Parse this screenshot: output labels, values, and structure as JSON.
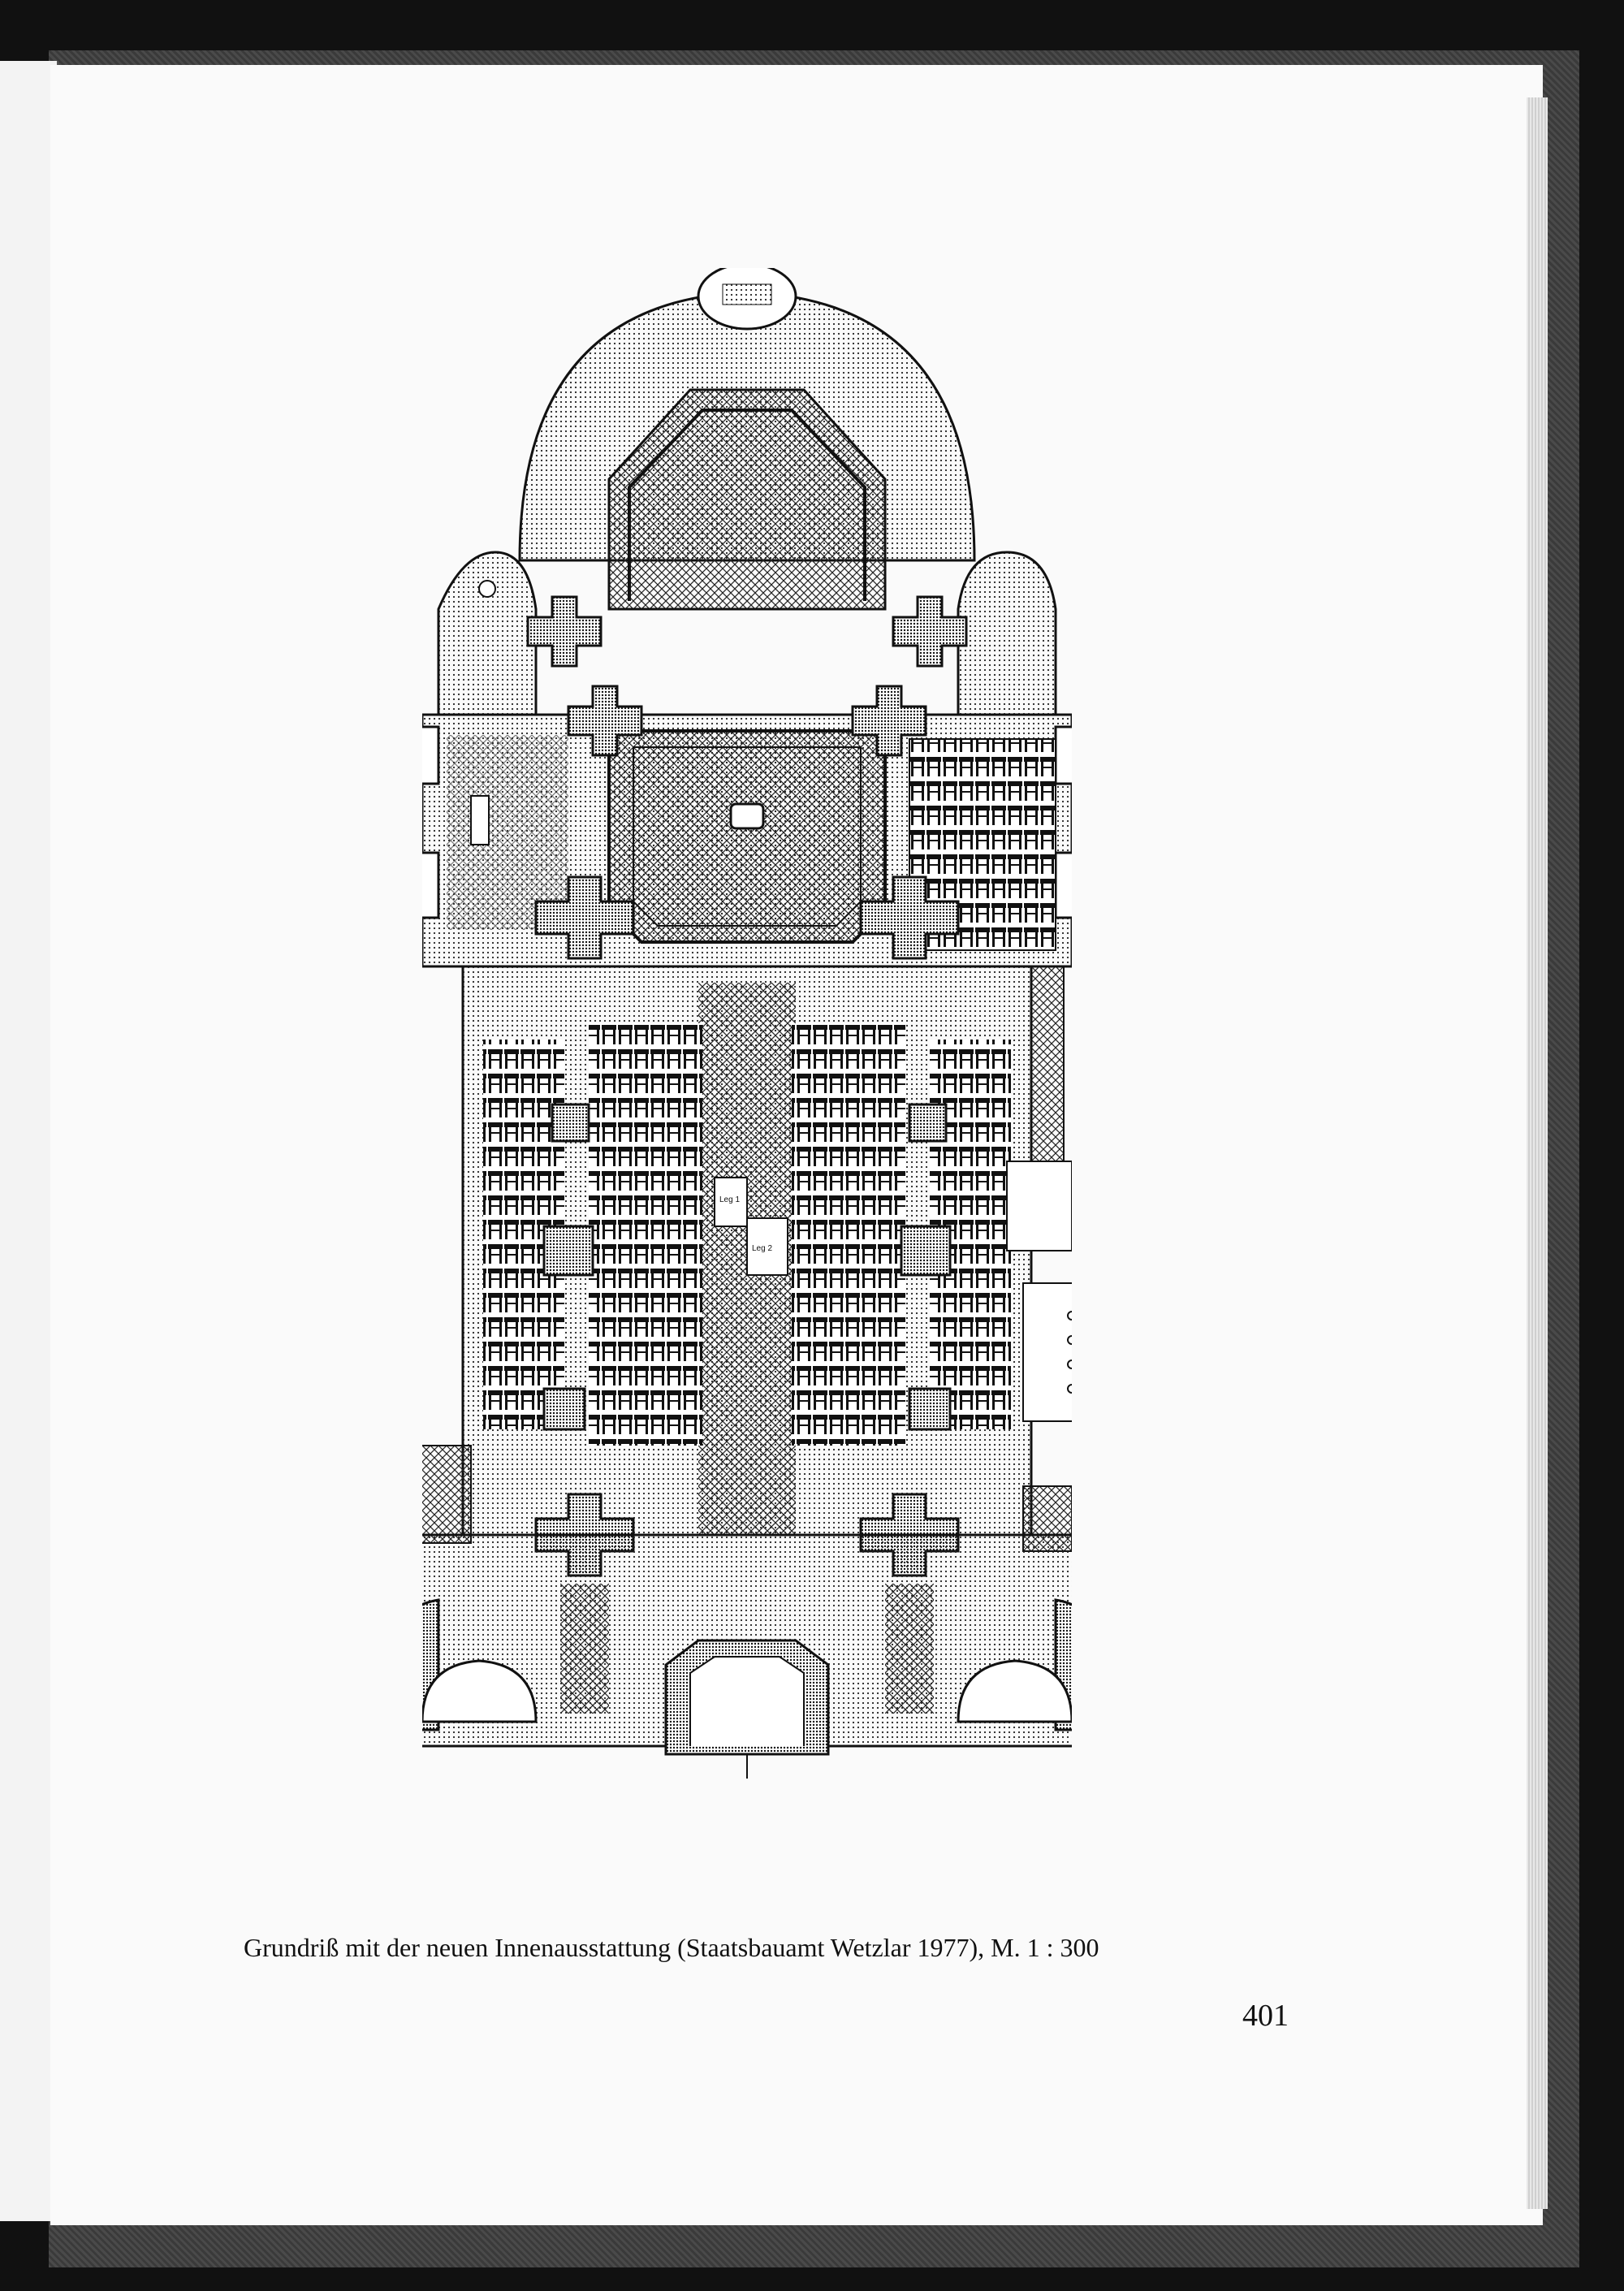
{
  "document": {
    "caption": "Grundriß mit der neuen Innenausstattung (Staatsbauamt Wetzlar 1977), M. 1 : 300",
    "page_number": "401"
  },
  "figure": {
    "plan_labels": [
      "Leg 1",
      "Leg 2"
    ]
  }
}
